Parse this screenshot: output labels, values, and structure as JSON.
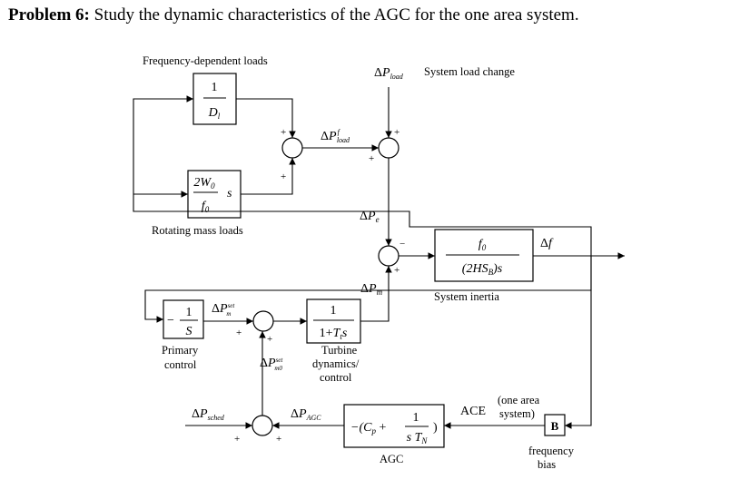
{
  "title": {
    "prefix": "Problem 6:",
    "text": " Study the dynamic characteristics of the AGC for the one area system."
  },
  "labels": {
    "freq_dep_loads": "Frequency-dependent loads",
    "system_load_change": "System load change",
    "rotating_mass_loads": "Rotating mass loads",
    "system_inertia": "System inertia",
    "primary": "Primary",
    "control": "control",
    "turbine": "Turbine",
    "dynamics": "dynamics/",
    "turbine_control": "control",
    "agc": "AGC",
    "one_area": "(one area",
    "system_paren": "system)",
    "frequency": "frequency",
    "bias": "bias",
    "ace": "ACE"
  },
  "blocks": {
    "load_damping": {
      "num": "1",
      "den": "D_l"
    },
    "rotating_mass": {
      "num": "2W_0",
      "den": "f_0",
      "s": "s"
    },
    "inertia": {
      "num": "f_0",
      "den": "(2HS_B)s"
    },
    "primary": {
      "num": "1",
      "den": "S",
      "sign": "−"
    },
    "turbine": {
      "num": "1",
      "den": "1+T_t s"
    },
    "agc": {
      "lead": "−(C_p +",
      "num": "1",
      "den": "s T_N",
      "tail": ")"
    },
    "bias": {
      "text": "B"
    }
  },
  "signals": {
    "p_load": "ΔP_load",
    "p_load_f": "ΔP^f_load",
    "p_e": "ΔP_e",
    "p_m": "ΔP_m",
    "delta_f": "Δf",
    "p_m_set": "ΔP^set_m",
    "p_m0_set": "ΔP^set_m0",
    "p_sched": "ΔP_sched",
    "p_agc": "ΔP_AGC"
  },
  "signs": {
    "plus": "+",
    "minus": "−"
  },
  "colors": {
    "line": "#000000",
    "background": "#ffffff"
  }
}
